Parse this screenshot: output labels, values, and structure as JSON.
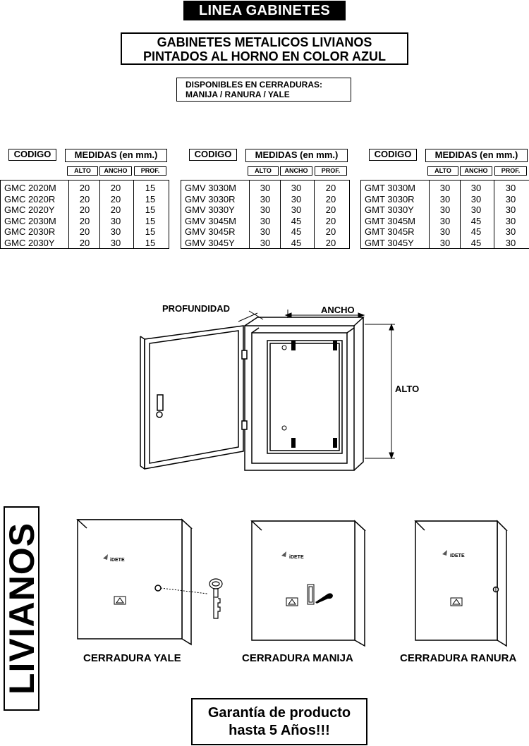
{
  "header": {
    "title": "LINEA GABINETES",
    "subtitle_line1": "GABINETES METALICOS LIVIANOS",
    "subtitle_line2": "PINTADOS AL HORNO EN COLOR AZUL",
    "locks_line1": "DISPONIBLES EN CERRADURAS:",
    "locks_line2": "MANIJA / RANURA / YALE"
  },
  "tables": [
    {
      "codigo_label": "CODIGO",
      "medidas_label": "MEDIDAS (en mm.)",
      "cols": [
        "ALTO",
        "ANCHO",
        "PROF."
      ],
      "rows": [
        [
          "GMC 2020M",
          "20",
          "20",
          "15"
        ],
        [
          "GMC 2020R",
          "20",
          "20",
          "15"
        ],
        [
          "GMC 2020Y",
          "20",
          "20",
          "15"
        ],
        [
          "GMC 2030M",
          "20",
          "30",
          "15"
        ],
        [
          "GMC 2030R",
          "20",
          "30",
          "15"
        ],
        [
          "GMC 2030Y",
          "20",
          "30",
          "15"
        ]
      ]
    },
    {
      "codigo_label": "CODIGO",
      "medidas_label": "MEDIDAS (en mm.)",
      "cols": [
        "ALTO",
        "ANCHO",
        "PROF."
      ],
      "rows": [
        [
          "GMV 3030M",
          "30",
          "30",
          "20"
        ],
        [
          "GMV 3030R",
          "30",
          "30",
          "20"
        ],
        [
          "GMV 3030Y",
          "30",
          "30",
          "20"
        ],
        [
          "GMV 3045M",
          "30",
          "45",
          "20"
        ],
        [
          "GMV 3045R",
          "30",
          "45",
          "20"
        ],
        [
          "GMV 3045Y",
          "30",
          "45",
          "20"
        ]
      ]
    },
    {
      "codigo_label": "CODIGO",
      "medidas_label": "MEDIDAS (en mm.)",
      "cols": [
        "ALTO",
        "ANCHO",
        "PROF."
      ],
      "rows": [
        [
          "GMT 3030M",
          "30",
          "30",
          "30"
        ],
        [
          "GMT 3030R",
          "30",
          "30",
          "30"
        ],
        [
          "GMT 3030Y",
          "30",
          "30",
          "30"
        ],
        [
          "GMT 3045M",
          "30",
          "45",
          "30"
        ],
        [
          "GMT 3045R",
          "30",
          "45",
          "30"
        ],
        [
          "GMT 3045Y",
          "30",
          "45",
          "30"
        ]
      ]
    }
  ],
  "diagram": {
    "profundidad": "PROFUNDIDAD",
    "ancho": "ANCHO",
    "alto": "ALTO"
  },
  "side_label": "LIVIANOS",
  "brand": "iDETE",
  "captions": [
    "CERRADURA YALE",
    "CERRADURA MANIJA",
    "CERRADURA RANURA"
  ],
  "guarantee_line1": "Garantía de producto",
  "guarantee_line2": "hasta 5 Años!!!"
}
